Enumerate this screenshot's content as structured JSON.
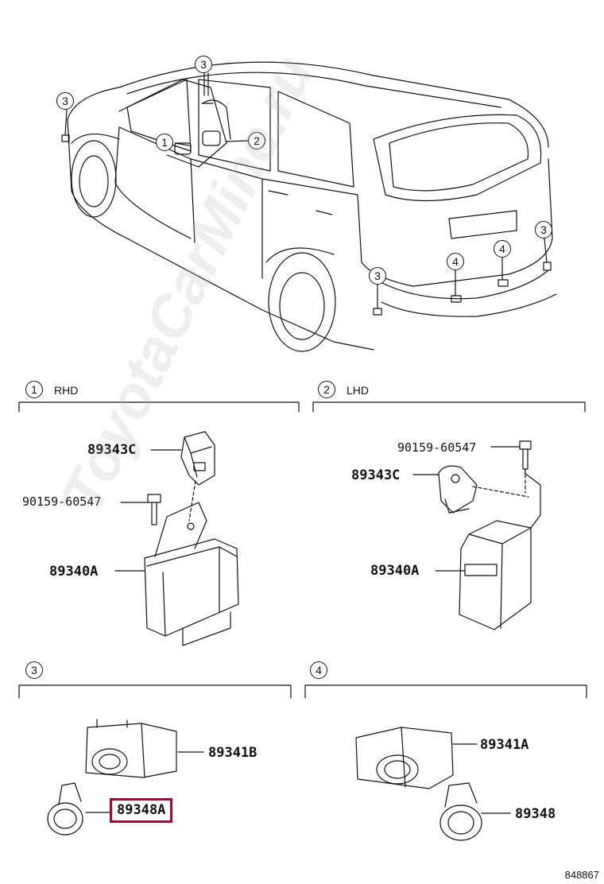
{
  "watermark": "ToyotaCarMine.ru",
  "figure_number": "848867",
  "callouts_overview": [
    "3",
    "3",
    "1",
    "2",
    "3",
    "3",
    "4",
    "4"
  ],
  "sections": {
    "s1": {
      "num": "1",
      "title": "RHD"
    },
    "s2": {
      "num": "2",
      "title": "LHD"
    },
    "s3": {
      "num": "3",
      "title": ""
    },
    "s4": {
      "num": "4",
      "title": ""
    }
  },
  "parts": {
    "s1_sensor": "89343C",
    "s1_bolt": "90159-60547",
    "s1_ecu": "89340A",
    "s2_bolt": "90159-60547",
    "s2_sensor": "89343C",
    "s2_ecu": "89340A",
    "s3_sensor": "89341B",
    "s3_retainer": "89348A",
    "s4_sensor": "89341A",
    "s4_retainer": "89348"
  },
  "colors": {
    "highlight": "#8b1538",
    "line": "#111111"
  }
}
